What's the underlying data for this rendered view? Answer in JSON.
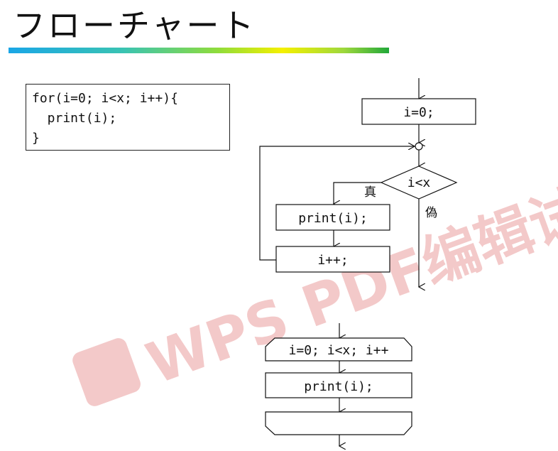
{
  "page": {
    "title": "フローチャート",
    "watermark": "WPS PDF编辑试用"
  },
  "code": {
    "lines": [
      "for(i=0; i<x; i++){",
      "  print(i);",
      "}"
    ]
  },
  "flowchart": {
    "init": "i=0;",
    "condition": "i<x",
    "true_label": "真",
    "false_label": "偽",
    "body": "print(i);",
    "increment": "i++;"
  },
  "loop_chart": {
    "header": "i=0; i<x; i++",
    "body": "print(i);",
    "end": ""
  },
  "colors": {
    "line": "#111111",
    "watermark": "#f3c9c9"
  }
}
